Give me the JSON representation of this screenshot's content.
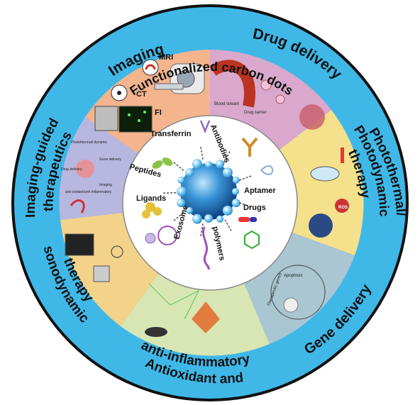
{
  "ring_labels": {
    "imaging": "Imaging",
    "drug_delivery": "Drug delivery",
    "photothermal": "Photothermal/",
    "photodynamic": "Photodynamic",
    "therapy_pt": "therapy",
    "gene_delivery": "Gene delivery",
    "antioxidant": "Antioxidant and",
    "anti_inflammatory": "anti-inflammatory",
    "sonodynamic": "sonodynamic",
    "therapy_sono": "therapy",
    "imaging_guided": "Imaging-guided",
    "therapeutics": "therapeutics"
  },
  "sector_labels": {
    "mri": "MRI",
    "ct": "CT",
    "fi": "FI",
    "blood_stream": "Blood stream",
    "drug_carrier": "Drug carrier",
    "ros": "ROS",
    "apoptosis": "Apoptosis",
    "therapeutic_genes": "Therapeutic genes",
    "photothermal_dynamic": "Photothermal/ dynamic",
    "gene_delivery_small": "Gene delivery",
    "drug_delivery_small": "Drug delivery",
    "imaging_small": "Imaging",
    "antiox_small": "anti oxidant/anti-inflammatory"
  },
  "ligands": {
    "transferrin": "Transferrin",
    "antibodies": "Antibodies",
    "aptamer": "Aptamer",
    "drugs": "Drugs",
    "polymers": "polymers",
    "exosome": "Exosome",
    "ligands": "Ligands",
    "peptides": "Peptides"
  },
  "center_title": "Functionalized carbon dots",
  "colors": {
    "ring": "#3fb8e8",
    "imaging": "#f4b48e",
    "drug_delivery": "#d9a8cc",
    "photothermal": "#f5e08c",
    "gene_delivery": "#a9c6d2",
    "antioxidant": "#d8e6b4",
    "sonodynamic": "#f3d38a",
    "imaging_guided": "#b8b7e0",
    "core": "#2f86c7"
  }
}
